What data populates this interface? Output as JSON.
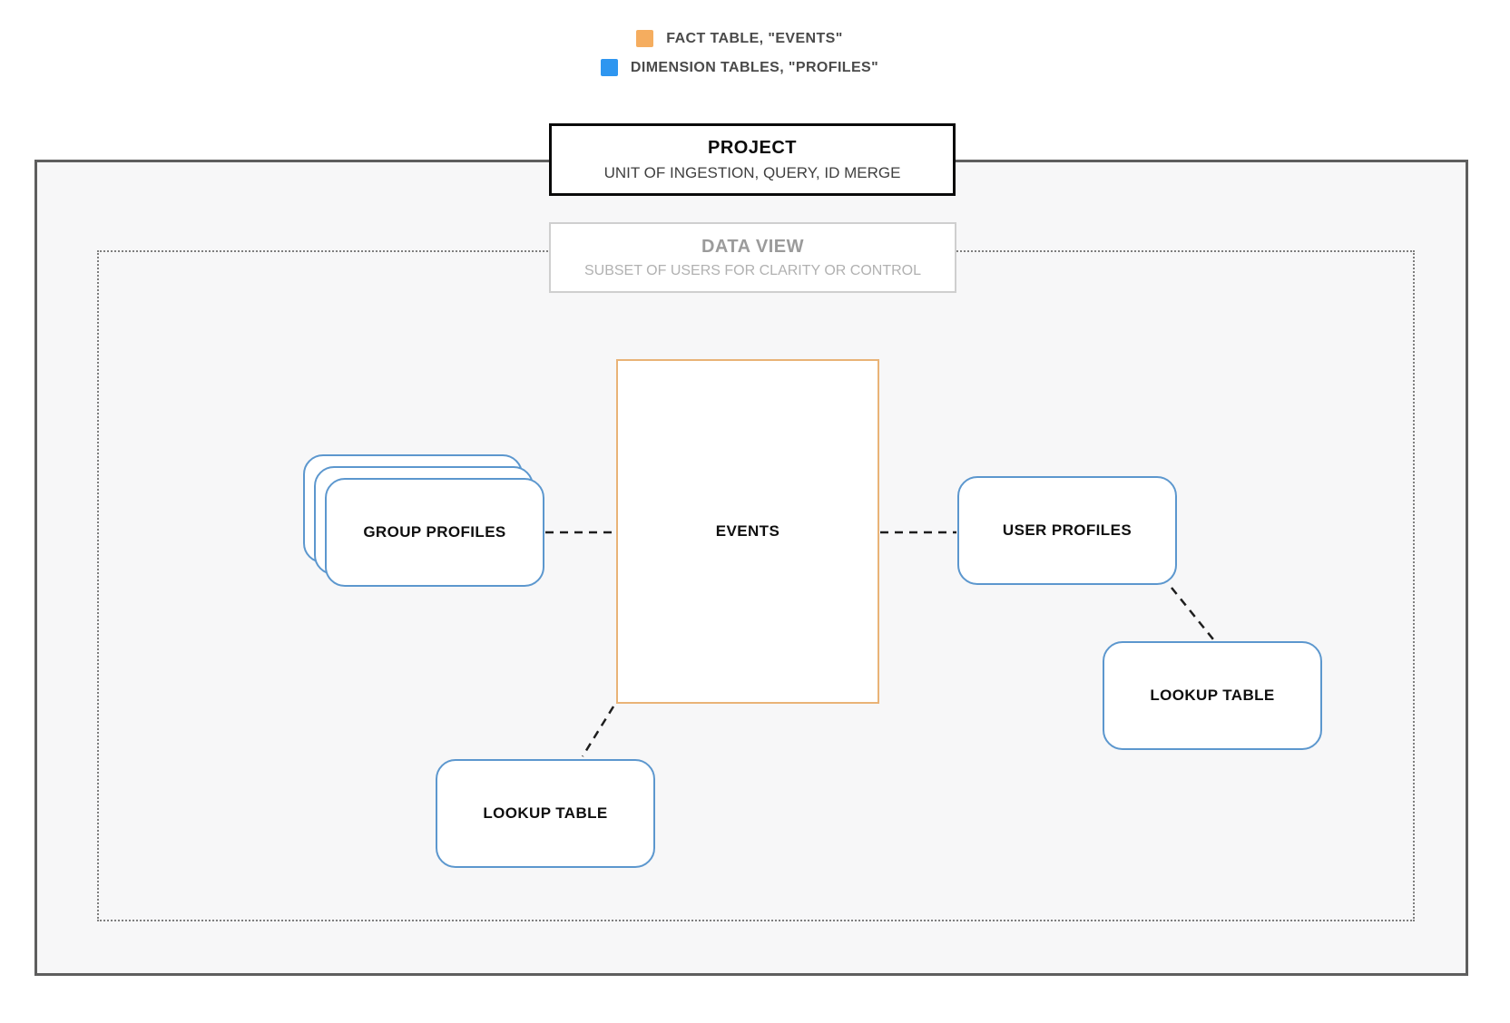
{
  "legend": {
    "items": [
      {
        "id": "fact",
        "label": "FACT TABLE, \"EVENTS\"",
        "swatch_color": "#f5ad5f"
      },
      {
        "id": "dimension",
        "label": "DIMENSION TABLES, \"PROFILES\"",
        "swatch_color": "#2e96f0"
      }
    ]
  },
  "project": {
    "title": "PROJECT",
    "subtitle": "UNIT OF INGESTION, QUERY, ID MERGE"
  },
  "data_view": {
    "title": "DATA VIEW",
    "subtitle": "SUBSET OF USERS FOR CLARITY OR CONTROL"
  },
  "nodes": {
    "events": {
      "label": "EVENTS",
      "border_color": "#e9b377"
    },
    "group_profiles": {
      "label": "GROUP PROFILES",
      "border_color": "#5c97ce"
    },
    "user_profiles": {
      "label": "USER PROFILES",
      "border_color": "#5c97ce"
    },
    "lookup_table_right": {
      "label": "LOOKUP TABLE",
      "border_color": "#5c97ce"
    },
    "lookup_table_bottom": {
      "label": "LOOKUP TABLE",
      "border_color": "#5c97ce"
    }
  },
  "colors": {
    "fact_accent": "#f5ad5f",
    "fact_border": "#e9b377",
    "dimension_accent": "#2e96f0",
    "dimension_border": "#5c97ce",
    "project_boundary_border": "#5e5e5e",
    "dataview_boundary_border": "#7e7e7e",
    "connector": "#1e1e1e",
    "inner_background": "#f7f7f8"
  }
}
